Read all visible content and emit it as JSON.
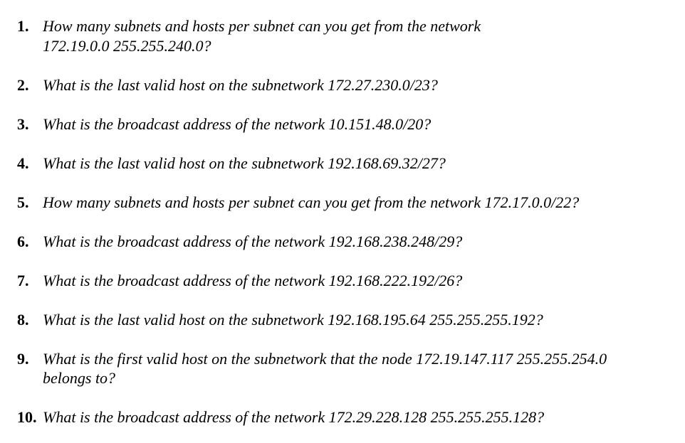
{
  "page": {
    "background_color": "#ffffff",
    "text_color": "#000000"
  },
  "questions": [
    {
      "number": "1.",
      "lines": [
        "How many subnets and hosts per subnet can you get from the network",
        "172.19.0.0 255.255.240.0?"
      ]
    },
    {
      "number": "2.",
      "lines": [
        "What is the last valid host on the subnetwork 172.27.230.0/23?"
      ]
    },
    {
      "number": "3.",
      "lines": [
        "What is the broadcast address of the network 10.151.48.0/20?"
      ]
    },
    {
      "number": "4.",
      "lines": [
        "What is the last valid host on the subnetwork 192.168.69.32/27?"
      ]
    },
    {
      "number": "5.",
      "lines": [
        "How many subnets and hosts per subnet can you get from the network 172.17.0.0/22?"
      ]
    },
    {
      "number": "6.",
      "lines": [
        "What is the broadcast address of the network 192.168.238.248/29?"
      ]
    },
    {
      "number": "7.",
      "lines": [
        "What is the broadcast address of the network 192.168.222.192/26?"
      ]
    },
    {
      "number": "8.",
      "lines": [
        "What is the last valid host on the subnetwork 192.168.195.64 255.255.255.192?"
      ]
    },
    {
      "number": "9.",
      "lines": [
        "What is the first valid host on the subnetwork that the node 172.19.147.117 255.255.254.0",
        "belongs to?"
      ]
    },
    {
      "number": "10.",
      "lines": [
        "What is the broadcast address of the network 172.29.228.128 255.255.255.128?"
      ]
    }
  ]
}
